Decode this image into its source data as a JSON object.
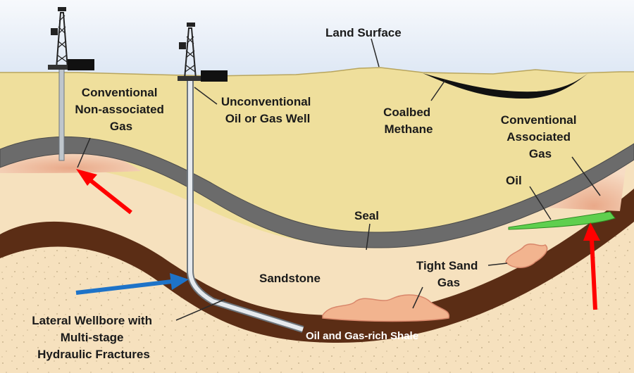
{
  "labels": {
    "land_surface": "Land Surface",
    "conventional_nonassociated": [
      "Conventional",
      "Non-associated",
      "Gas"
    ],
    "unconventional_well": [
      "Unconventional",
      "Oil or Gas Well"
    ],
    "coalbed_methane": [
      "Coalbed",
      "Methane"
    ],
    "conventional_associated": [
      "Conventional",
      "Associated",
      "Gas"
    ],
    "oil": "Oil",
    "seal": "Seal",
    "sandstone": "Sandstone",
    "tight_sand_gas": [
      "Tight Sand",
      "Gas"
    ],
    "lateral_wellbore": [
      "Lateral Wellbore with",
      "Multi-stage",
      "Hydraulic Fractures"
    ],
    "shale": "Oil and Gas-rich Shale"
  },
  "colors": {
    "sky": "#e8eef8",
    "surface_layer": "#efdf9c",
    "deep_sand": "#f6e1be",
    "seal": "#6b6b6b",
    "shale": "#5b2d15",
    "gas_pocket": "#f0c7a6",
    "oil": "#5fcf4e",
    "arrow_red": "#ff0000",
    "arrow_blue": "#1e73c8",
    "coal": "#111111"
  },
  "icons": [
    "drilling-rig-icon",
    "drilling-rig-icon"
  ]
}
